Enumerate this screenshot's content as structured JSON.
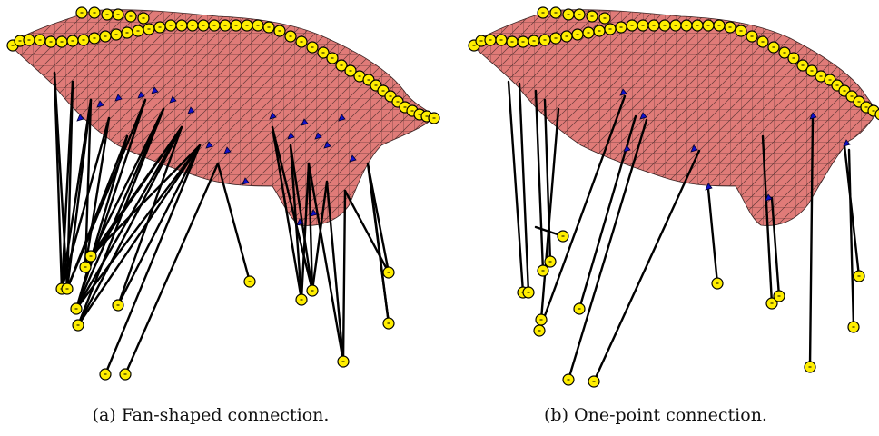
{
  "figure": {
    "panels": [
      {
        "id": "a",
        "caption": "(a) Fan-shaped connection.",
        "connection_type": "fan-shaped",
        "colors": {
          "mesh": "#e07b78",
          "mesh_edge": "#3a2222",
          "anchor": "#ffee00",
          "joint": "#1010c8",
          "rod": "#000000"
        }
      },
      {
        "id": "b",
        "caption": "(b) One-point connection.",
        "connection_type": "one-point",
        "colors": {
          "mesh": "#e07b78",
          "mesh_edge": "#3a2222",
          "anchor": "#ffee00",
          "joint": "#1010c8",
          "rod": "#000000"
        }
      }
    ]
  }
}
